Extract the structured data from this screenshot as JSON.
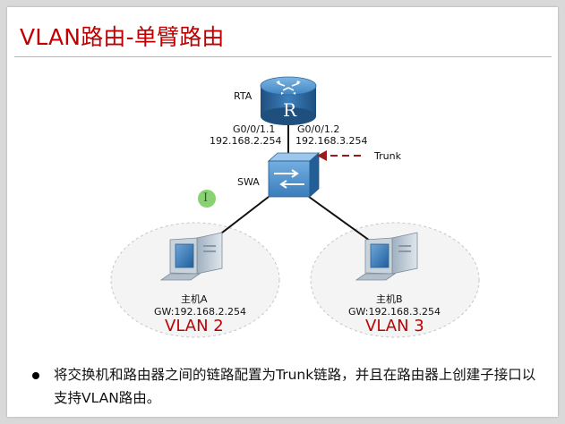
{
  "title": "VLAN路由-单臂路由",
  "router": {
    "name": "RTA",
    "badge": "R",
    "left_interface": "G0/0/1.1",
    "left_ip": "192.168.2.254",
    "right_interface": "G0/0/1.2",
    "right_ip": "192.168.3.254"
  },
  "trunk_label": "Trunk",
  "switch": {
    "name": "SWA"
  },
  "hosts": [
    {
      "name": "主机A",
      "gateway": "GW:192.168.2.254",
      "vlan": "VLAN 2"
    },
    {
      "name": "主机B",
      "gateway": "GW:192.168.3.254",
      "vlan": "VLAN 3"
    }
  ],
  "bullet": "将交换机和路由器之间的链路配置为Trunk链路，并且在路由器上创建子接口以支持VLAN路由。",
  "colors": {
    "title": "#c00000",
    "vlan_text": "#c00000",
    "trunk_arrow": "#9b1b1b",
    "device_blue": "#2f6fa8"
  }
}
